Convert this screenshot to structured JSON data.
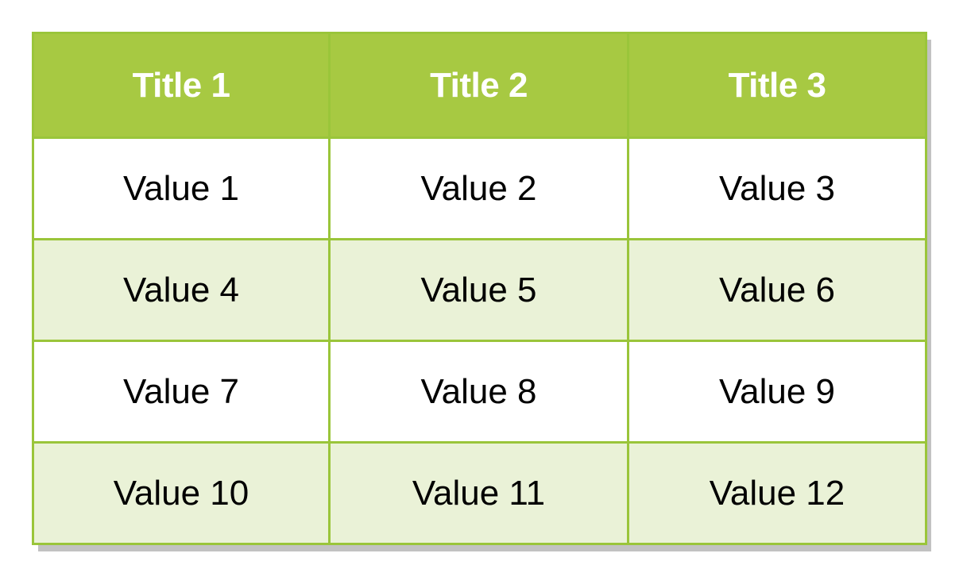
{
  "table": {
    "headers": [
      "Title 1",
      "Title 2",
      "Title 3"
    ],
    "rows": [
      [
        "Value 1",
        "Value 2",
        "Value 3"
      ],
      [
        "Value 4",
        "Value 5",
        "Value 6"
      ],
      [
        "Value 7",
        "Value 8",
        "Value 9"
      ],
      [
        "Value 10",
        "Value 11",
        "Value 12"
      ]
    ]
  },
  "colors": {
    "header_background": "#a7c942",
    "border": "#9ac53a",
    "header_text": "#ffffff",
    "alt_row_background": "#eaf2d7",
    "row_background": "#ffffff",
    "shadow": "#c2c2c2"
  }
}
